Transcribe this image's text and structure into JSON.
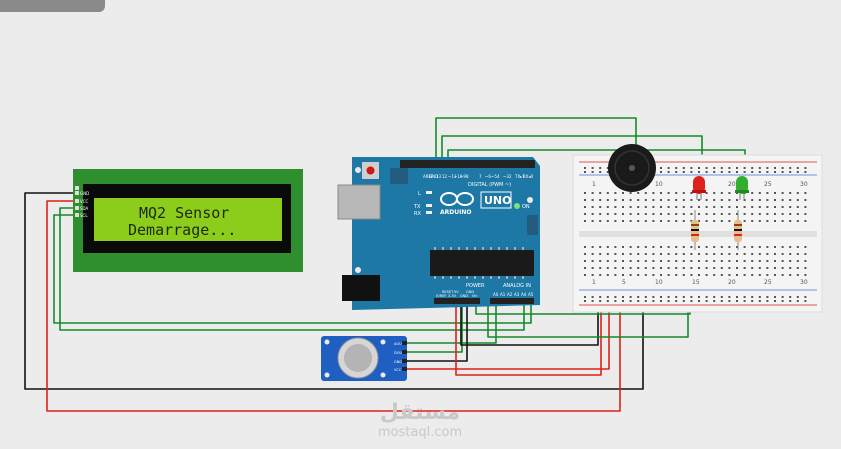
{
  "lcd": {
    "line1": "MQ2 Sensor",
    "line2": "Demarrage...",
    "pins": [
      "GND",
      "VCC",
      "SDA",
      "SCL"
    ]
  },
  "arduino": {
    "model": "UNO",
    "brand": "ARDUINO",
    "digital_label": "DIGITAL (PWM ~)",
    "analog_label": "ANALOG IN",
    "power_label": "POWER",
    "on_label": "ON",
    "tx_label": "TX",
    "rx_label": "RX",
    "l_label": "L",
    "digital_pins": [
      "AREF",
      "GND",
      "13",
      "12",
      "~11",
      "~10",
      "~9",
      "8",
      "7",
      "~6",
      "~5",
      "4",
      "~3",
      "2",
      "TX▸1",
      "RX◂0"
    ],
    "power_pins": [
      "IOREF",
      "RESET",
      "3.3V",
      "5V",
      "GND",
      "GND",
      "Vin"
    ],
    "analog_pins": [
      "A0",
      "A1",
      "A2",
      "A3",
      "A4",
      "A5"
    ]
  },
  "sensor": {
    "pins": [
      "AOUT",
      "DOUT",
      "GND",
      "VCC"
    ]
  },
  "breadboard": {
    "col_numbers": [
      "1",
      "5",
      "10",
      "15",
      "20",
      "25",
      "30"
    ]
  },
  "watermark": {
    "arabic": "مستقل",
    "url": "mostaql.com"
  },
  "colors": {
    "wire_green": "#148a2a",
    "wire_red": "#e0201a",
    "wire_black": "#111111",
    "lcd_bg": "#8ccc1a",
    "board": "#1d78a6",
    "led_red": "#e0201a",
    "led_green": "#2fae2f"
  }
}
